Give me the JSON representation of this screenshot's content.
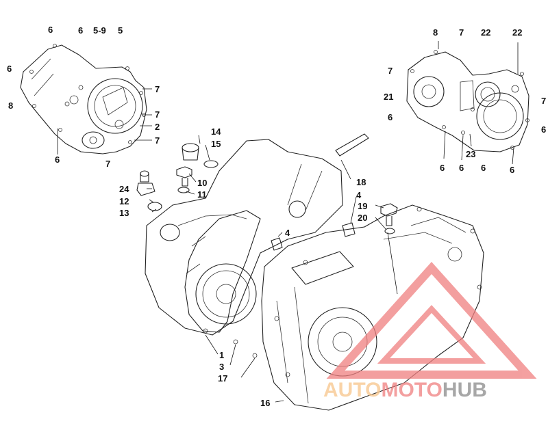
{
  "diagram": {
    "callouts": [
      {
        "id": "l-6a",
        "text": "6"
      },
      {
        "id": "l-6b",
        "text": "6"
      },
      {
        "id": "l-59",
        "text": "5-9"
      },
      {
        "id": "l-5",
        "text": "5"
      },
      {
        "id": "l-6c",
        "text": "6"
      },
      {
        "id": "l-8a",
        "text": "8"
      },
      {
        "id": "l-7a",
        "text": "7"
      },
      {
        "id": "l-7b",
        "text": "7"
      },
      {
        "id": "l-2",
        "text": "2"
      },
      {
        "id": "l-7c",
        "text": "7"
      },
      {
        "id": "l-6d",
        "text": "6"
      },
      {
        "id": "l-7d",
        "text": "7"
      },
      {
        "id": "l-8b",
        "text": "8"
      },
      {
        "id": "l-7e",
        "text": "7"
      },
      {
        "id": "l-22a",
        "text": "22"
      },
      {
        "id": "l-22b",
        "text": "22"
      },
      {
        "id": "l-7f",
        "text": "7"
      },
      {
        "id": "l-21",
        "text": "21"
      },
      {
        "id": "l-7g",
        "text": "7"
      },
      {
        "id": "l-6e",
        "text": "6"
      },
      {
        "id": "l-6f",
        "text": "6"
      },
      {
        "id": "l-23",
        "text": "23"
      },
      {
        "id": "l-6g",
        "text": "6"
      },
      {
        "id": "l-6h",
        "text": "6"
      },
      {
        "id": "l-6i",
        "text": "6"
      },
      {
        "id": "l-6j",
        "text": "6"
      },
      {
        "id": "l-14",
        "text": "14"
      },
      {
        "id": "l-15",
        "text": "15"
      },
      {
        "id": "l-10",
        "text": "10"
      },
      {
        "id": "l-11",
        "text": "11"
      },
      {
        "id": "l-24",
        "text": "24"
      },
      {
        "id": "l-12",
        "text": "12"
      },
      {
        "id": "l-13",
        "text": "13"
      },
      {
        "id": "l-18",
        "text": "18"
      },
      {
        "id": "l-4a",
        "text": "4"
      },
      {
        "id": "l-19",
        "text": "19"
      },
      {
        "id": "l-20",
        "text": "20"
      },
      {
        "id": "l-4b",
        "text": "4"
      },
      {
        "id": "l-1",
        "text": "1"
      },
      {
        "id": "l-3",
        "text": "3"
      },
      {
        "id": "l-17",
        "text": "17"
      },
      {
        "id": "l-16",
        "text": "16"
      }
    ]
  },
  "watermark": {
    "part1": "AUTO",
    "part2": "MOTO",
    "part3": "HUB",
    "color_red": "#f08080",
    "color_orange": "#f7c58a",
    "color_gray": "#8a8a8a"
  }
}
